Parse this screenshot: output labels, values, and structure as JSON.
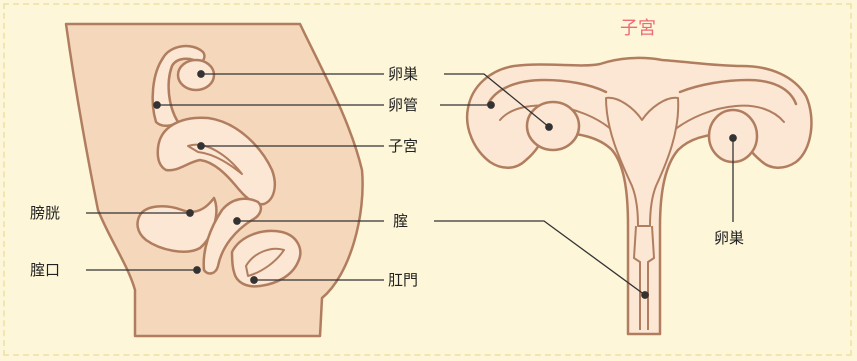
{
  "title": "子宮",
  "labels": {
    "ovary": "卵巣",
    "oviduct": "卵管",
    "uterus": "子宮",
    "bladder": "膀胱",
    "vagina": "腟",
    "vaginal_opening": "腟口",
    "anus": "肛門",
    "ovary_right": "卵巣"
  },
  "colors": {
    "background": "#fdf6d8",
    "body_fill": "#f5d7bc",
    "organ_fill": "#fce6d4",
    "outline": "#b07e5f",
    "leader": "#333333",
    "title": "#ee6a7a"
  }
}
